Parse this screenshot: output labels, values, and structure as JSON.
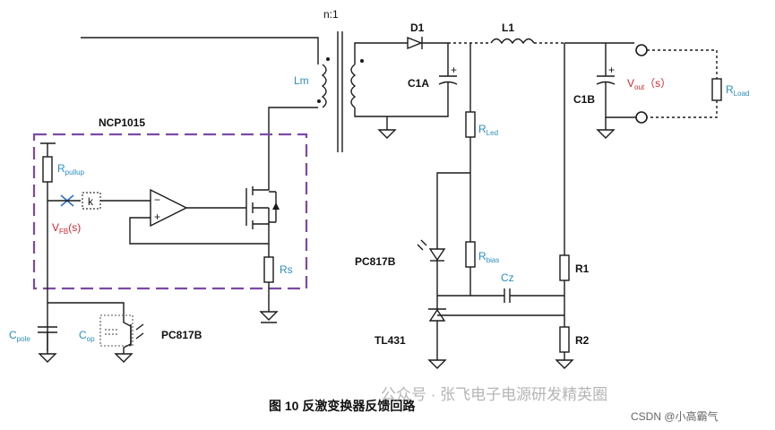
{
  "labels": {
    "transformer_ratio": "n:1",
    "lm": "Lm",
    "d1": "D1",
    "l1": "L1",
    "c1a": "C1A",
    "c1b": "C1B",
    "vout_main": "V",
    "vout_sub": "out",
    "vout_suffix": "（s）",
    "rload_main": "R",
    "rload_sub": "Load",
    "rled_main": "R",
    "rled_sub": "Led",
    "rbias_main": "R",
    "rbias_sub": "bias",
    "cz": "Cz",
    "r1": "R1",
    "r2": "R2",
    "pc817b_top": "PC817B",
    "tl431": "TL431",
    "ncp1015": "NCP1015",
    "rpullup_main": "R",
    "rpullup_sub": "pullup",
    "k": "k",
    "vfb_main": "V",
    "vfb_sub": "FB",
    "vfb_suffix": "(s)",
    "rs": "Rs",
    "cpole_main": "C",
    "cpole_sub": "pole",
    "cop_main": "C",
    "cop_sub": "op",
    "pc817b_bottom": "PC817B"
  },
  "caption": "图 10 反激变换器反馈回路",
  "watermark": {
    "wechat": "公众号 · 张飞电子电源研发精英圈",
    "csdn": "CSDN @小高霸气"
  },
  "colors": {
    "box": "#7b4aa5",
    "label_blue": "#2a8fc0",
    "label_red": "#d0262e"
  }
}
